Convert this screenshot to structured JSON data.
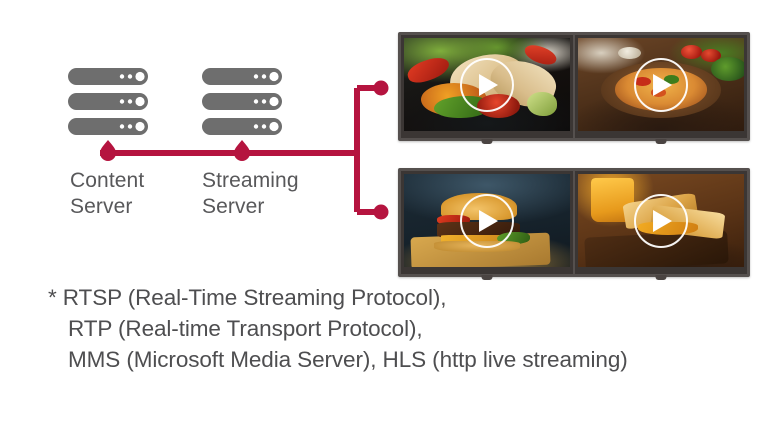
{
  "diagram": {
    "accent_color": "#b5143f",
    "server_icon_color": "#6e6e6e",
    "label_color": "#58585a",
    "nodes": [
      {
        "id": "content-server",
        "label": "Content\nServer",
        "icon": "server-stack-icon",
        "bays": 3
      },
      {
        "id": "streaming-server",
        "label": "Streaming\nServer",
        "icon": "server-stack-icon",
        "bays": 3
      }
    ],
    "connection": {
      "style": "solid",
      "endpoint_shape": "circle",
      "tap_shape": "map-pin",
      "branches": 2
    }
  },
  "displays": {
    "bezel_color": "#55504e",
    "groups": [
      {
        "id": "display-pair-top",
        "screens": [
          {
            "id": "screen-wrap",
            "content": "fajita-wrap-photo",
            "overlay": "play-button-icon"
          },
          {
            "id": "screen-pizza",
            "content": "pizza-photo",
            "overlay": "play-button-icon"
          }
        ]
      },
      {
        "id": "display-pair-bottom",
        "screens": [
          {
            "id": "screen-burger",
            "content": "burger-photo",
            "overlay": "play-button-icon"
          },
          {
            "id": "screen-cheese",
            "content": "grilled-cheese-photo",
            "overlay": "play-button-icon"
          }
        ]
      }
    ]
  },
  "footnote": {
    "color": "#4e4e50",
    "line1": "* RTSP (Real-Time Streaming Protocol),",
    "line2": "RTP (Real-time Transport Protocol),",
    "line3": "MMS (Microsoft Media Server), HLS (http live streaming)"
  }
}
